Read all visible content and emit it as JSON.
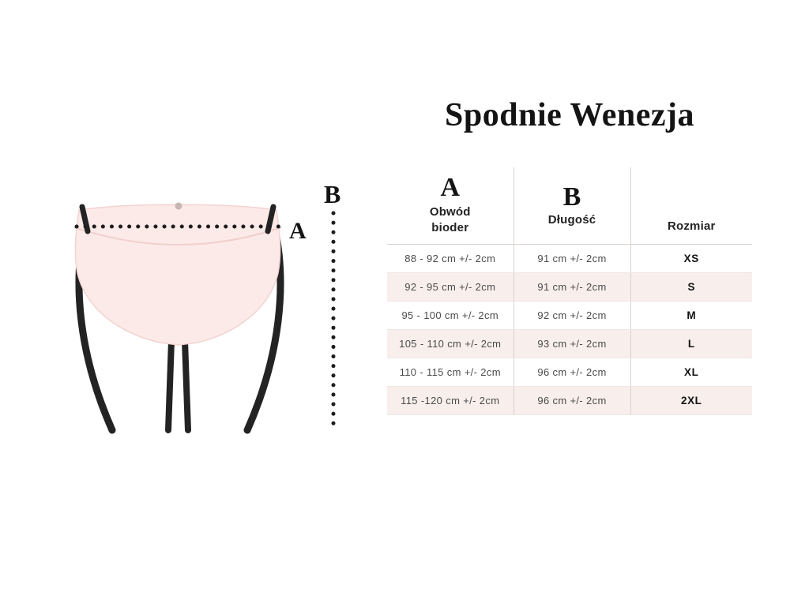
{
  "title": "Spodnie Wenezja",
  "diagram": {
    "label_a": "A",
    "label_b": "B"
  },
  "table": {
    "columns": [
      {
        "letter": "A",
        "label": "Obwód bioder"
      },
      {
        "letter": "B",
        "label": "Długość"
      },
      {
        "label": "Rozmiar"
      }
    ],
    "rows": [
      {
        "a": "88 - 92 cm +/- 2cm",
        "b": "91 cm +/- 2cm",
        "size": "XS"
      },
      {
        "a": "92 - 95 cm +/- 2cm",
        "b": "91 cm +/- 2cm",
        "size": "S"
      },
      {
        "a": "95 - 100 cm +/- 2cm",
        "b": "92 cm +/- 2cm",
        "size": "M"
      },
      {
        "a": "105 - 110 cm +/- 2cm",
        "b": "93 cm +/- 2cm",
        "size": "L"
      },
      {
        "a": "110 - 115 cm +/- 2cm",
        "b": "96 cm +/- 2cm",
        "size": "XL"
      },
      {
        "a": "115 -120 cm +/- 2cm",
        "b": "96 cm +/- 2cm",
        "size": "2XL"
      }
    ]
  },
  "colors": {
    "garment_fill": "#fceae8",
    "garment_outline": "#f2d4d1",
    "shaded_row": "#f8eeec",
    "line_dark": "#222222"
  }
}
